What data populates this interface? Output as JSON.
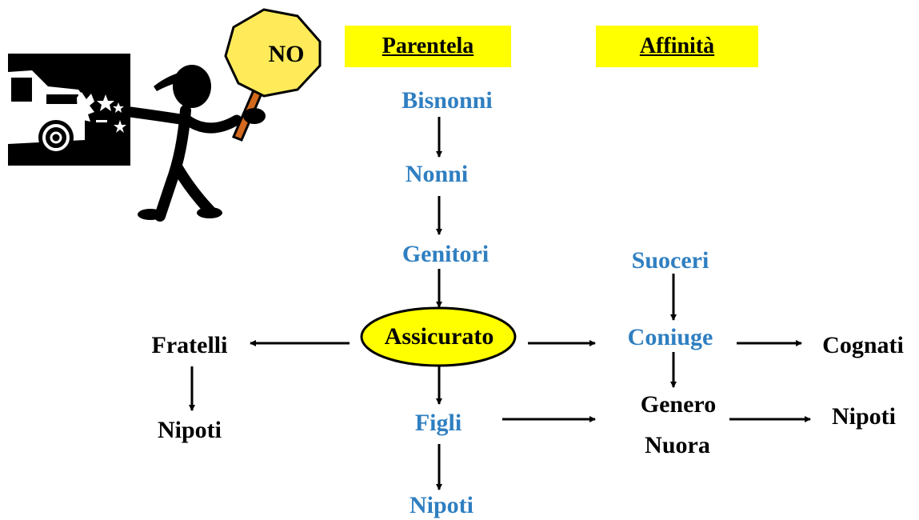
{
  "sign": {
    "text": "NO"
  },
  "headers": {
    "parentela": "Parentela",
    "affinita": "Affinità"
  },
  "nodes": {
    "bisnonni": "Bisnonni",
    "nonni": "Nonni",
    "genitori": "Genitori",
    "assicurato": "Assicurato",
    "figli": "Figli",
    "nipoti_figli": "Nipoti",
    "fratelli": "Fratelli",
    "nipoti_fratelli": "Nipoti",
    "suoceri": "Suoceri",
    "coniuge": "Coniuge",
    "cognati": "Cognati",
    "genero": "Genero",
    "nuora": "Nuora",
    "nipoti_genero": "Nipoti"
  },
  "colors": {
    "blue": "#2f7fc1",
    "black": "#000000",
    "highlight": "#ffff00",
    "stick": "#d2691e"
  }
}
